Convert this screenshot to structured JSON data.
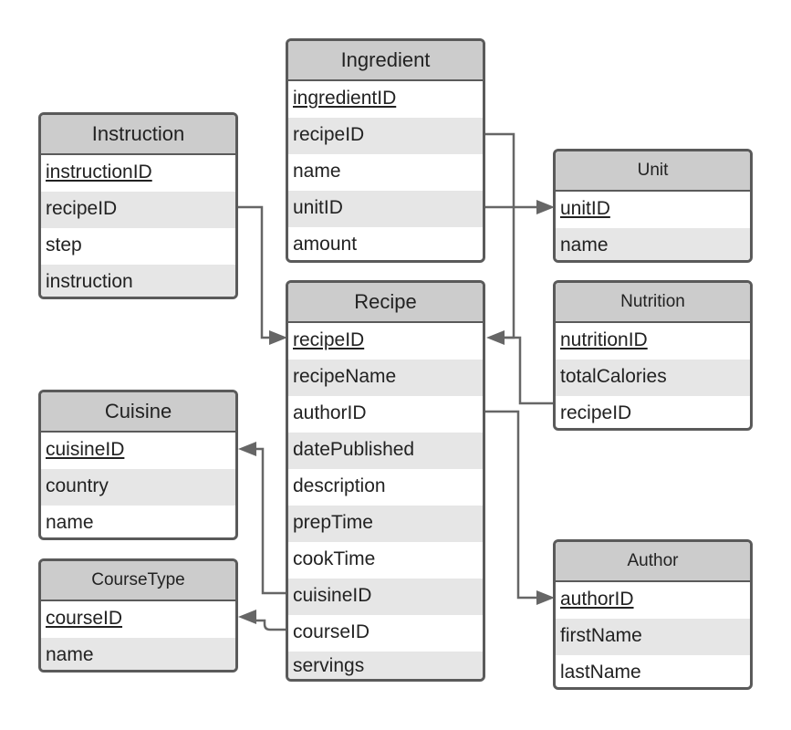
{
  "tables": {
    "ingredient": {
      "title": "Ingredient",
      "fields": [
        "ingredientID",
        "recipeID",
        "name",
        "unitID",
        "amount"
      ]
    },
    "instruction": {
      "title": "Instruction",
      "fields": [
        "instructionID",
        "recipeID",
        "step",
        "instruction"
      ]
    },
    "unit": {
      "title": "Unit",
      "fields": [
        "unitID",
        "name"
      ]
    },
    "recipe": {
      "title": "Recipe",
      "fields": [
        "recipeID",
        "recipeName",
        "authorID",
        "datePublished",
        "description",
        "prepTime",
        "cookTime",
        "cuisineID",
        "courseID",
        "servings"
      ]
    },
    "nutrition": {
      "title": "Nutrition",
      "fields": [
        "nutritionID",
        "totalCalories",
        "recipeID"
      ]
    },
    "cuisine": {
      "title": "Cuisine",
      "fields": [
        "cuisineID",
        "country",
        "name"
      ]
    },
    "coursetype": {
      "title": "CourseType",
      "fields": [
        "courseID",
        "name"
      ]
    },
    "author": {
      "title": "Author",
      "fields": [
        "authorID",
        "firstName",
        "lastName"
      ]
    }
  },
  "relationships": [
    {
      "from": "ingredient.recipeID",
      "to": "recipe.recipeID"
    },
    {
      "from": "ingredient.unitID",
      "to": "unit.unitID"
    },
    {
      "from": "instruction.recipeID",
      "to": "recipe.recipeID"
    },
    {
      "from": "nutrition.recipeID",
      "to": "recipe.recipeID"
    },
    {
      "from": "recipe.authorID",
      "to": "author.authorID"
    },
    {
      "from": "recipe.cuisineID",
      "to": "cuisine.cuisineID"
    },
    {
      "from": "recipe.courseID",
      "to": "coursetype.courseID"
    }
  ],
  "colors": {
    "header": "#cccccc",
    "alt_row": "#e6e6e6",
    "border": "#5a5a5a",
    "connector": "#666666"
  }
}
